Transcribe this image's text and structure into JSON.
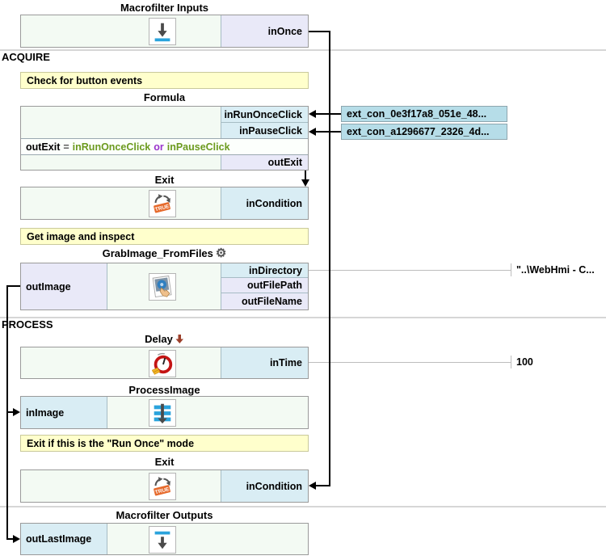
{
  "sections": {
    "acquire": "ACQUIRE",
    "process": "PROCESS"
  },
  "icons": {
    "gear": "⚙",
    "inputs_icon": "down-arrow-to-bar",
    "outputs_icon": "bar-down-arrow",
    "exit_icon": "loop-break-true-tag",
    "grab_icon": "photo-with-hand",
    "delay_icon": "red-clock",
    "process_icon": "blue-bars-down-arrow"
  },
  "colors": {
    "port_input_bg": "#d9edf4",
    "port_output_bg": "#e9e9f8",
    "block_body_bg": "#f3faf3",
    "comment_bg": "#ffffcc",
    "ext_label_bg": "#b6dde8",
    "formula_identifier_green": "#6b9a1e",
    "formula_operator_purple": "#9933cc",
    "accent_blue": "#2aa3dc",
    "exit_tag_orange": "#e66a2c",
    "delay_ring_red": "#c41414",
    "wire_black": "#000000",
    "value_wire_gray": "#bdbdbd"
  },
  "blocks": {
    "inputs": {
      "title": "Macrofilter Inputs",
      "port_out": "inOnce"
    },
    "comment_button_events": "Check for button events",
    "formula": {
      "title": "Formula",
      "port_in_1": "inRunOnceClick",
      "port_in_2": "inPauseClick",
      "expr": {
        "lhs": "outExit",
        "eq": "=",
        "operand_a": "inRunOnceClick",
        "operator": "or",
        "operand_b": "inPauseClick"
      },
      "port_out": "outExit"
    },
    "ext_connections": [
      "ext_con_0e3f17a8_051e_48...",
      "ext_con_a1296677_2326_4d..."
    ],
    "exit_acquire": {
      "title": "Exit",
      "port_in": "inCondition"
    },
    "comment_get_image": "Get image and inspect",
    "grab_image": {
      "title": "GrabImage_FromFiles",
      "port_out_left": "outImage",
      "port_in_1": "inDirectory",
      "port_out_2": "outFilePath",
      "port_out_3": "outFileName",
      "in_directory_value": "\"..\\WebHmi - C..."
    },
    "delay": {
      "title": "Delay",
      "port_in": "inTime",
      "in_time_value": "100"
    },
    "process_image": {
      "title": "ProcessImage",
      "port_in_left": "inImage"
    },
    "comment_exit_mode": "Exit if this is the \"Run Once\" mode",
    "exit_process": {
      "title": "Exit",
      "port_in": "inCondition"
    },
    "outputs": {
      "title": "Macrofilter Outputs",
      "port_in_left": "outLastImage"
    }
  }
}
